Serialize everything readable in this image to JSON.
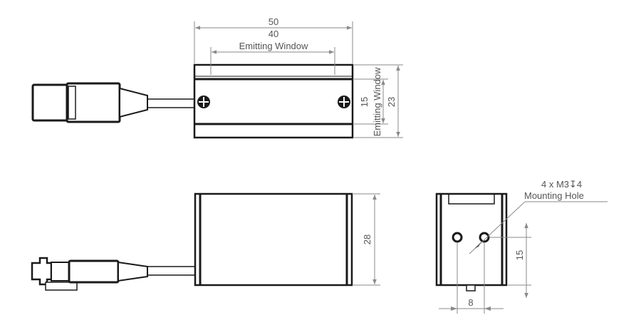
{
  "drawing": {
    "top_view": {
      "dim_overall_width": "50",
      "dim_window_width": "40",
      "dim_window_width_label": "Emitting Window",
      "dim_window_height": "15",
      "dim_window_height_label": "Emitting Window",
      "dim_overall_height": "23"
    },
    "side_view": {
      "dim_depth": "28"
    },
    "end_view": {
      "hole_callout_line1": "4 x M3",
      "hole_callout_depth_symbol": "↧",
      "hole_callout_depth": "4",
      "hole_callout_line2": "Mounting Hole",
      "dim_hole_height": "15",
      "dim_hole_spacing": "8"
    },
    "colors": {
      "outline": "#1a1a1a",
      "dimension": "#8a8a8a",
      "dimension_text": "#555555"
    }
  }
}
